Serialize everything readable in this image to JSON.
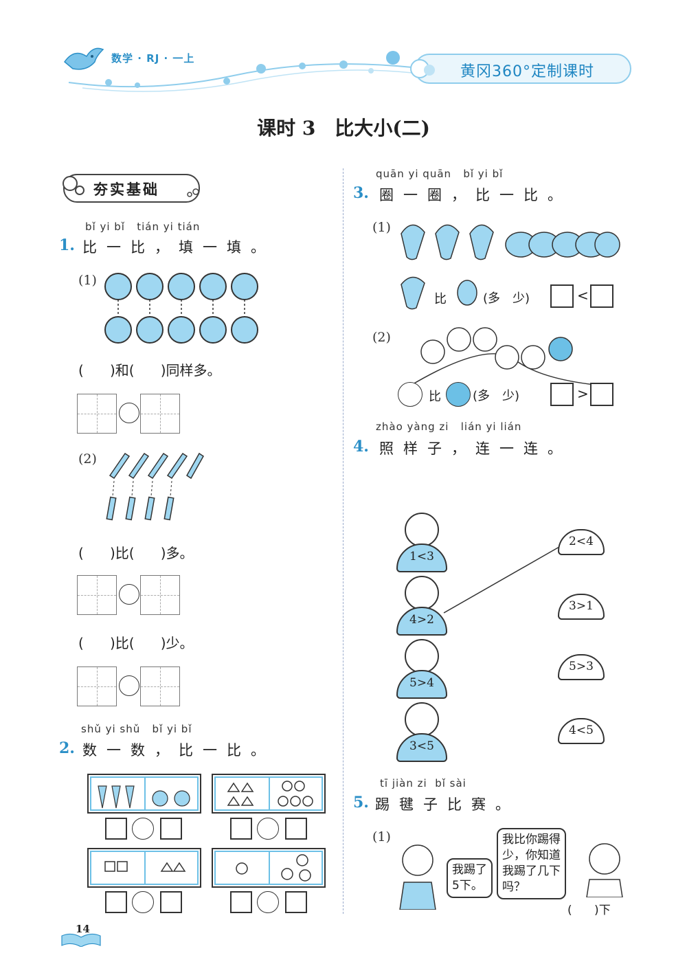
{
  "header": {
    "subject": "数学 · RJ · 一上",
    "badge": "黄冈360°定制课时"
  },
  "title": "课时 3　比大小(二)",
  "section": "夯实基础",
  "colors": {
    "accent": "#2b8fc7",
    "light_blue": "#9fd7f1"
  },
  "questions": {
    "q1": {
      "pinyin": "bǐ yi bǐ   tián yi tián",
      "num": "1.",
      "text": "比一比，填一填。",
      "p1_label": "(1)",
      "p1_fill": "(      )和(      )同样多。",
      "p2_label": "(2)",
      "p2_fill_a": "(      )比(      )多。",
      "p2_fill_b": "(      )比(      )少。"
    },
    "q2": {
      "pinyin": "shǔ yi shǔ   bǐ yi bǐ",
      "num": "2.",
      "text": "数一数，比一比。"
    },
    "q3": {
      "pinyin": "quān yi quān   bǐ yi bǐ",
      "num": "3.",
      "text": "圈一圈，比一比。",
      "p1_label": "(1)",
      "p1_bi": "比",
      "p1_choice": "(多　少)",
      "p1_sign": "<",
      "p2_label": "(2)",
      "p2_bi": "比",
      "p2_choice": "(多　少)",
      "p2_sign": ">"
    },
    "q4": {
      "pinyin": "zhào yàng zi   lián yi lián",
      "num": "4.",
      "text": "照样子，连一连。",
      "left_eggs": [
        "1<3",
        "4>2",
        "5>4",
        "3<5"
      ],
      "right_eggs": [
        "2<4",
        "3>1",
        "5>3",
        "4<5"
      ]
    },
    "q5": {
      "pinyin": "tī jiàn zi  bǐ sài",
      "num": "5.",
      "text": "踢毽子比赛。",
      "p1_label": "(1)",
      "girl_says": "我踢了\n5下。",
      "boy_says": "我比你踢得\n少，你知道\n我踢了几下\n吗？",
      "answer": "(      )下"
    }
  },
  "page_number": "14"
}
